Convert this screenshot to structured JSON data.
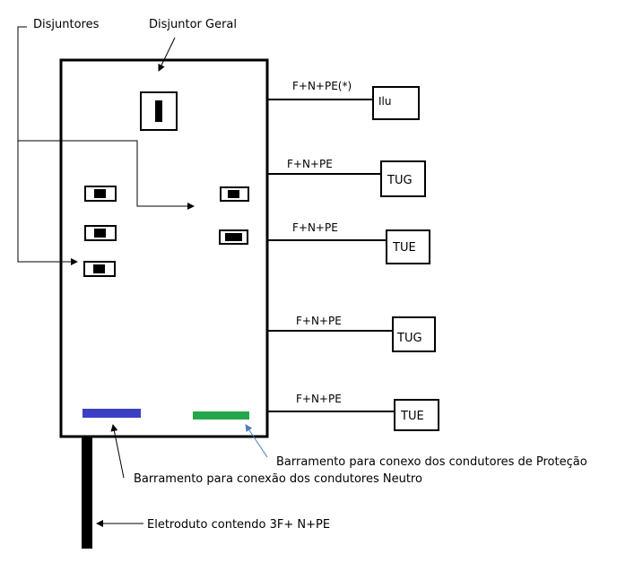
{
  "labels": {
    "disjuntores": "Disjuntores",
    "disjuntor_geral": "Disjuntor Geral",
    "barramento_protecao": "Barramento para conexo dos condutores de Proteção",
    "barramento_neutro": "Barramento para conexão dos condutores Neutro",
    "eletroduto": "Eletroduto contendo 3F+ N+PE"
  },
  "circuits": [
    {
      "conductors": "F+N+PE(*)",
      "load": "Ilu"
    },
    {
      "conductors": "F+N+PE",
      "load": "TUG"
    },
    {
      "conductors": "F+N+PE",
      "load": "TUE"
    },
    {
      "conductors": "F+N+PE",
      "load": "TUG"
    },
    {
      "conductors": "F+N+PE",
      "load": "TUE"
    }
  ],
  "colors": {
    "neutral_bar": "#3a3fc4",
    "protection_bar": "#22a84a",
    "protection_arrow": "#4a7fc0",
    "line": "#000000"
  }
}
